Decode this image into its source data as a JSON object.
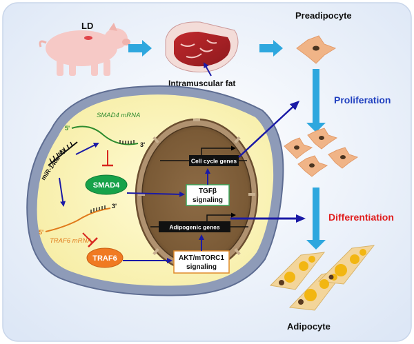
{
  "top": {
    "source_label": "LD",
    "tissue_label": "Intramuscular fat",
    "cell_label": "Preadipocyte"
  },
  "stages": {
    "proliferation": "Proliferation",
    "differentiation": "Differentiation",
    "final_cell": "Adipocyte"
  },
  "cell": {
    "mirna": "miR-146a-5p",
    "smad4_mrna": "SMAD4 mRNA",
    "traf6_mrna": "TRAF6 mRNA",
    "five_prime": "5'",
    "three_prime": "3'",
    "smad4_protein": "SMAD4",
    "traf6_protein": "TRAF6",
    "tgfb_line1": "TGFβ",
    "tgfb_line2": "signaling",
    "akt_line1": "AKT/mTORC1",
    "akt_line2": "signaling",
    "cell_cycle_genes": "Cell cycle genes",
    "adipogenic_genes": "Adipogenic genes"
  },
  "colors": {
    "activation_arrow": "#1a1aa6",
    "inhibition_arrow": "#d7261e",
    "process_arrow": "#2ea7de",
    "cytoplasm": "#fbf6c4",
    "nucleus": "#8a6a44",
    "smad4": "#17a24a",
    "traf6": "#f07a22",
    "proliferation_text": "#1f3fbf",
    "differentiation_text": "#e01c1c"
  }
}
